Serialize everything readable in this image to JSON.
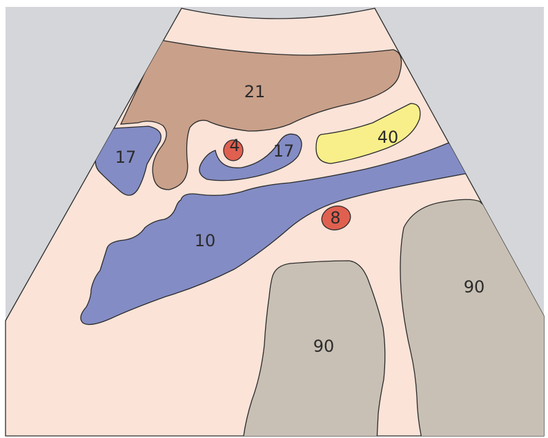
{
  "colors": {
    "background": "#d4d6da",
    "fan_fill": "#fbe3d8",
    "outline": "#2a2a2a",
    "brown": "#c9a08a",
    "blue": "#838cc4",
    "yellow": "#f8ef8a",
    "red": "#e06050",
    "gray": "#c8c0b4"
  },
  "regions": [
    {
      "id": "brown-upper",
      "label": "21",
      "color": "brown"
    },
    {
      "id": "blue-left",
      "label": "17",
      "color": "blue"
    },
    {
      "id": "red-small",
      "label": "4",
      "color": "red"
    },
    {
      "id": "blue-curl",
      "label": "17",
      "color": "blue"
    },
    {
      "id": "yellow",
      "label": "40",
      "color": "yellow"
    },
    {
      "id": "blue-band",
      "label": "10",
      "color": "blue"
    },
    {
      "id": "red-oval",
      "label": "8",
      "color": "red"
    },
    {
      "id": "gray-center",
      "label": "90",
      "color": "gray"
    },
    {
      "id": "gray-right",
      "label": "90",
      "color": "gray"
    }
  ]
}
